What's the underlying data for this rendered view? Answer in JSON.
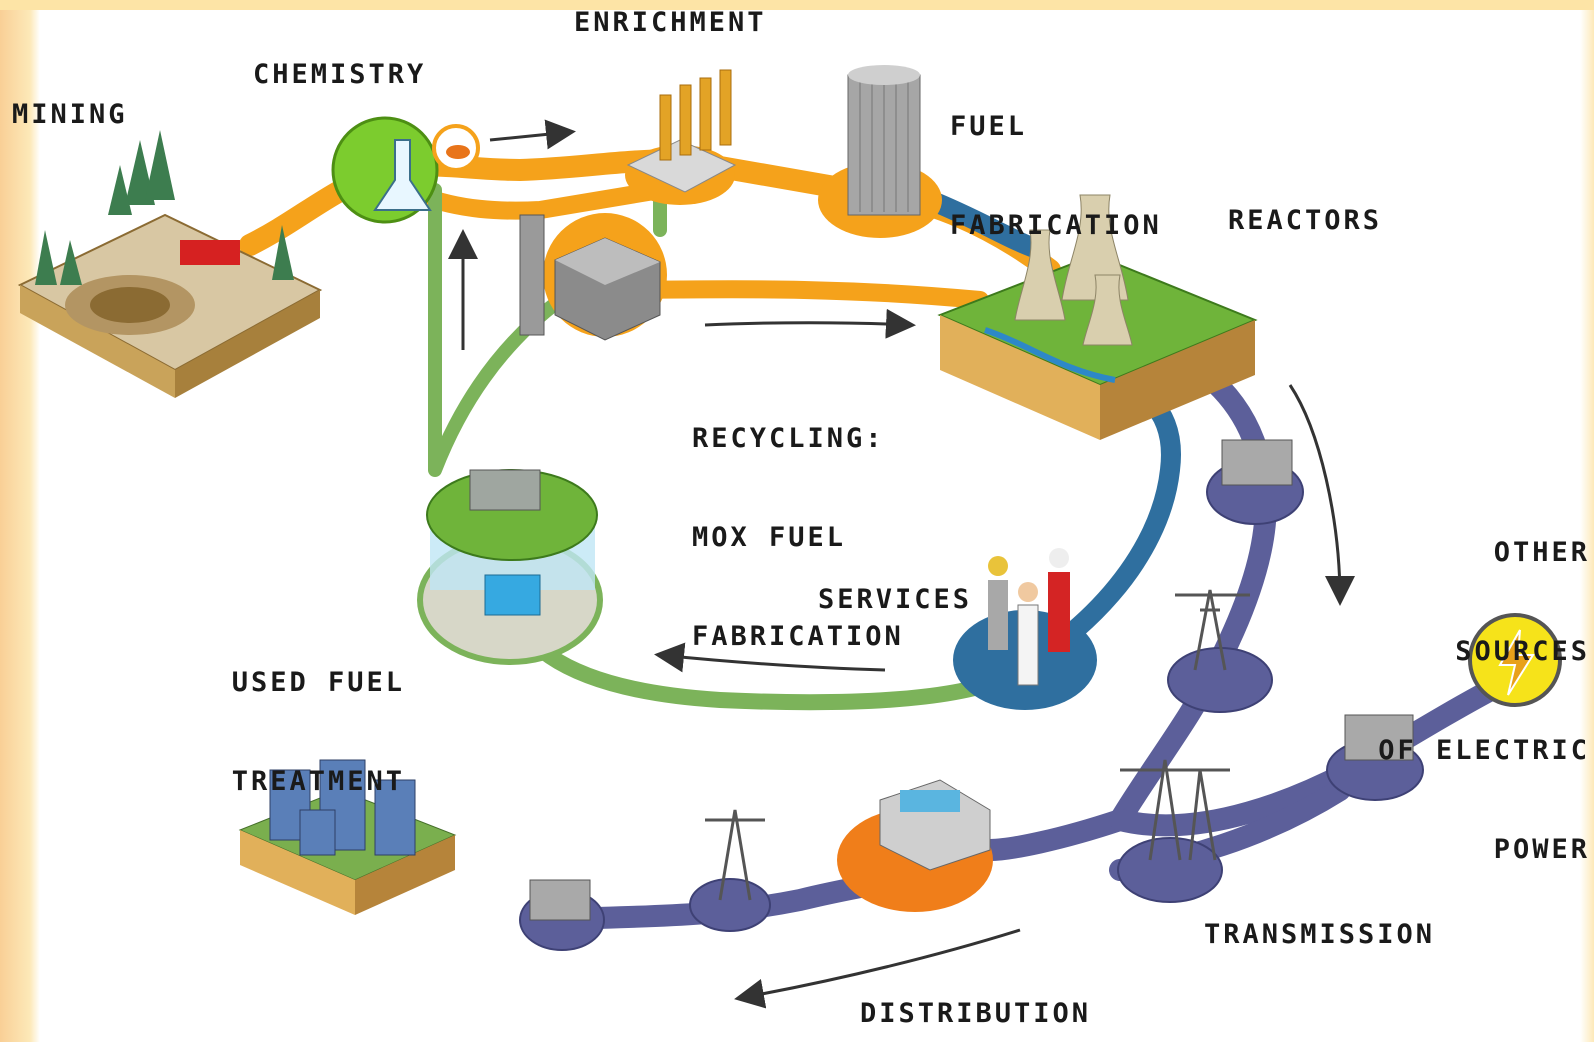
{
  "labels": {
    "mining": "MINING",
    "chemistry": "CHEMISTRY",
    "enrichment": "ENRICHMENT",
    "fuel_fabrication": [
      "FUEL",
      "FABRICATION"
    ],
    "reactors": "REACTORS",
    "recycling": [
      "RECYCLING:",
      "MOX FUEL",
      "FABRICATION"
    ],
    "used_fuel_treatment": [
      "USED FUEL",
      "TREATMENT"
    ],
    "services": "SERVICES",
    "other_sources": [
      "OTHER",
      "SOURCES",
      "OF ELECTRIC",
      "POWER"
    ],
    "transmission": "TRANSMISSION",
    "distribution": "DISTRIBUTION"
  },
  "colors": {
    "fuel_path": "#f5a21b",
    "recycle_path": "#7cb35a",
    "reactor_path": "#2f6f9f",
    "grid_path": "#5c5f9a",
    "ground_green": "#6fb43a",
    "soil": "#c9a35a"
  },
  "icons": [
    "mine-pit-icon",
    "chemistry-flask-icon",
    "enrichment-plant-icon",
    "fuel-silo-icon",
    "cooling-tower-icon",
    "mox-plant-icon",
    "used-fuel-pool-icon",
    "workers-icon",
    "transformer-icon",
    "pylon-icon",
    "lightning-icon",
    "control-room-icon",
    "city-icon"
  ]
}
